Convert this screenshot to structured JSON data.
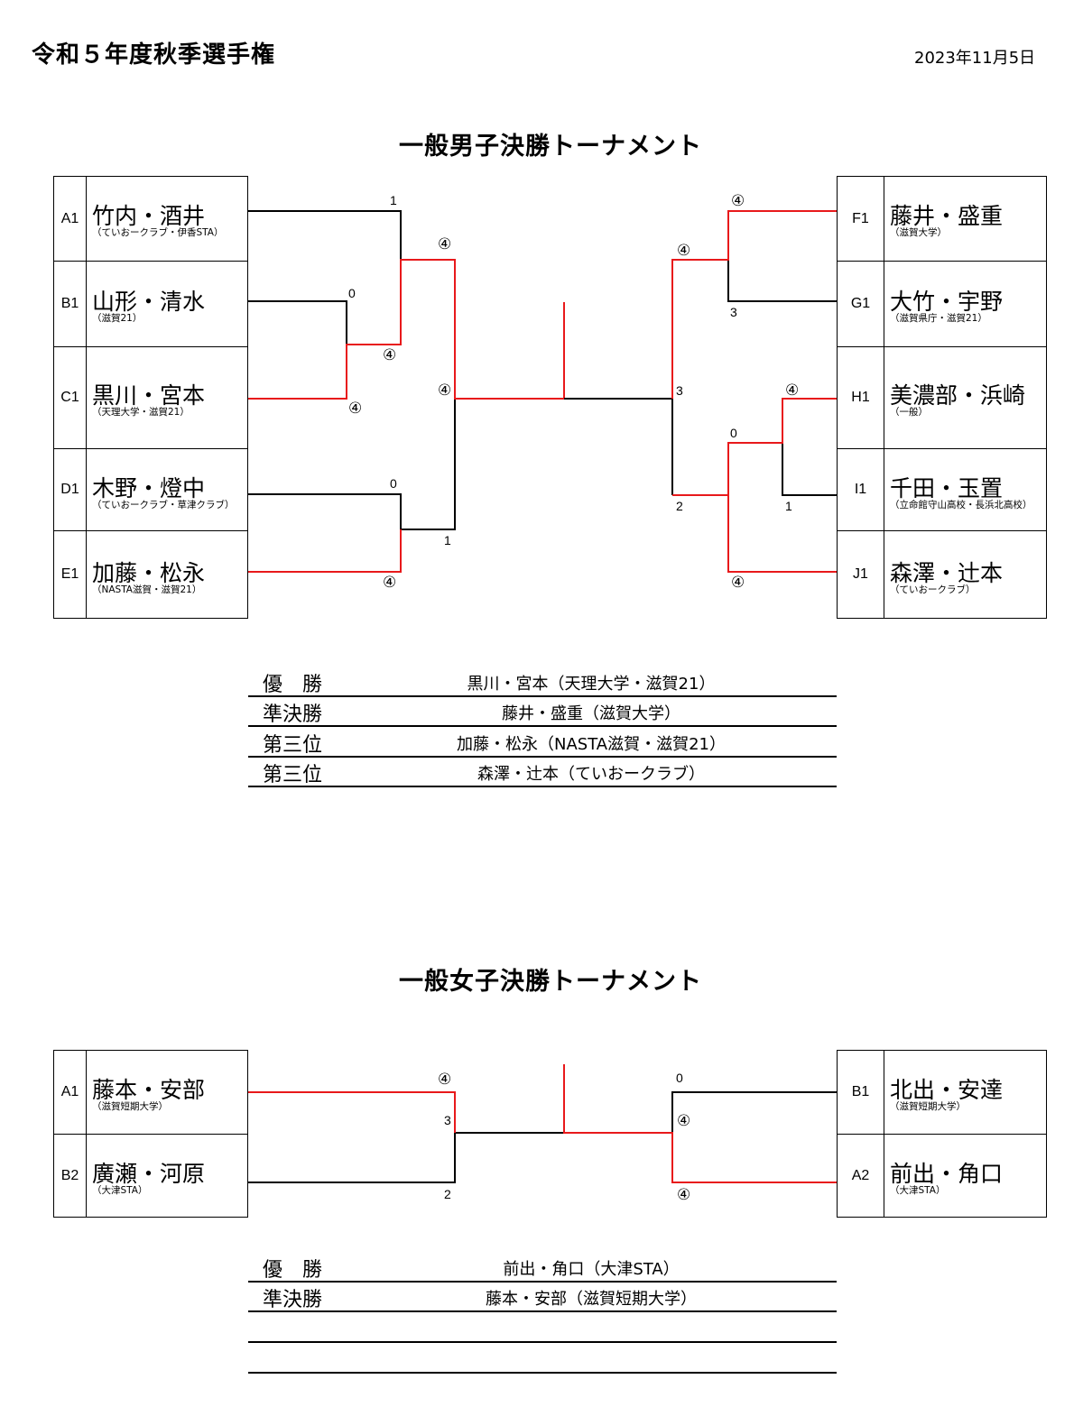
{
  "header": {
    "title": "令和５年度秋季選手権",
    "date": "2023年11月5日"
  },
  "colors": {
    "winner_line": "#e8191b",
    "line": "#000000"
  },
  "men": {
    "title": "一般男子決勝トーナメント",
    "left_teams": [
      {
        "seed": "A1",
        "name": "竹内・酒井",
        "affiliation": "（ていおークラブ・伊香STA）"
      },
      {
        "seed": "B1",
        "name": "山形・清水",
        "affiliation": "（滋賀21）"
      },
      {
        "seed": "C1",
        "name": "黒川・宮本",
        "affiliation": "（天理大学・滋賀21）"
      },
      {
        "seed": "D1",
        "name": "木野・燈中",
        "affiliation": "（ていおークラブ・草津クラブ）"
      },
      {
        "seed": "E1",
        "name": "加藤・松永",
        "affiliation": "（NASTA滋賀・滋賀21）"
      }
    ],
    "right_teams": [
      {
        "seed": "F1",
        "name": "藤井・盛重",
        "affiliation": "（滋賀大学）"
      },
      {
        "seed": "G1",
        "name": "大竹・宇野",
        "affiliation": "（滋賀県庁・滋賀21）"
      },
      {
        "seed": "H1",
        "name": "美濃部・浜崎",
        "affiliation": "（一般）"
      },
      {
        "seed": "I1",
        "name": "千田・玉置",
        "affiliation": "（立命館守山高校・長浜北高校）"
      },
      {
        "seed": "J1",
        "name": "森澤・辻本",
        "affiliation": "（ていおークラブ）"
      }
    ],
    "scores": {
      "a1": "1",
      "b1": "0",
      "bc_win": "④",
      "c1": "④",
      "ac_win": "④",
      "d1": "0",
      "e1": "④",
      "de_lose": "1",
      "semi_left": "④",
      "f1": "④",
      "g1": "3",
      "fg_win": "④",
      "h1": "④",
      "i1": "1",
      "hi_lose": "0",
      "j1": "④",
      "hj_lose": "2",
      "semi_right": "3"
    },
    "results": [
      {
        "label": "優　勝",
        "value": "黒川・宮本（天理大学・滋賀21）"
      },
      {
        "label": "準決勝",
        "value": "藤井・盛重（滋賀大学）"
      },
      {
        "label": "第三位",
        "value": "加藤・松永（NASTA滋賀・滋賀21）"
      },
      {
        "label": "第三位",
        "value": "森澤・辻本（ていおークラブ）"
      }
    ]
  },
  "women": {
    "title": "一般女子決勝トーナメント",
    "left_teams": [
      {
        "seed": "A1",
        "name": "藤本・安部",
        "affiliation": "（滋賀短期大学）"
      },
      {
        "seed": "B2",
        "name": "廣瀬・河原",
        "affiliation": "（大津STA）"
      }
    ],
    "right_teams": [
      {
        "seed": "B1",
        "name": "北出・安達",
        "affiliation": "（滋賀短期大学）"
      },
      {
        "seed": "A2",
        "name": "前出・角口",
        "affiliation": "（大津STA）"
      }
    ],
    "scores": {
      "a1": "④",
      "a1_final": "3",
      "b2": "2",
      "b1": "0",
      "b1_final": "④",
      "a2": "④"
    },
    "results": [
      {
        "label": "優　勝",
        "value": "前出・角口（大津STA）"
      },
      {
        "label": "準決勝",
        "value": "藤本・安部（滋賀短期大学）"
      },
      {
        "label": "",
        "value": ""
      },
      {
        "label": "",
        "value": ""
      }
    ]
  }
}
